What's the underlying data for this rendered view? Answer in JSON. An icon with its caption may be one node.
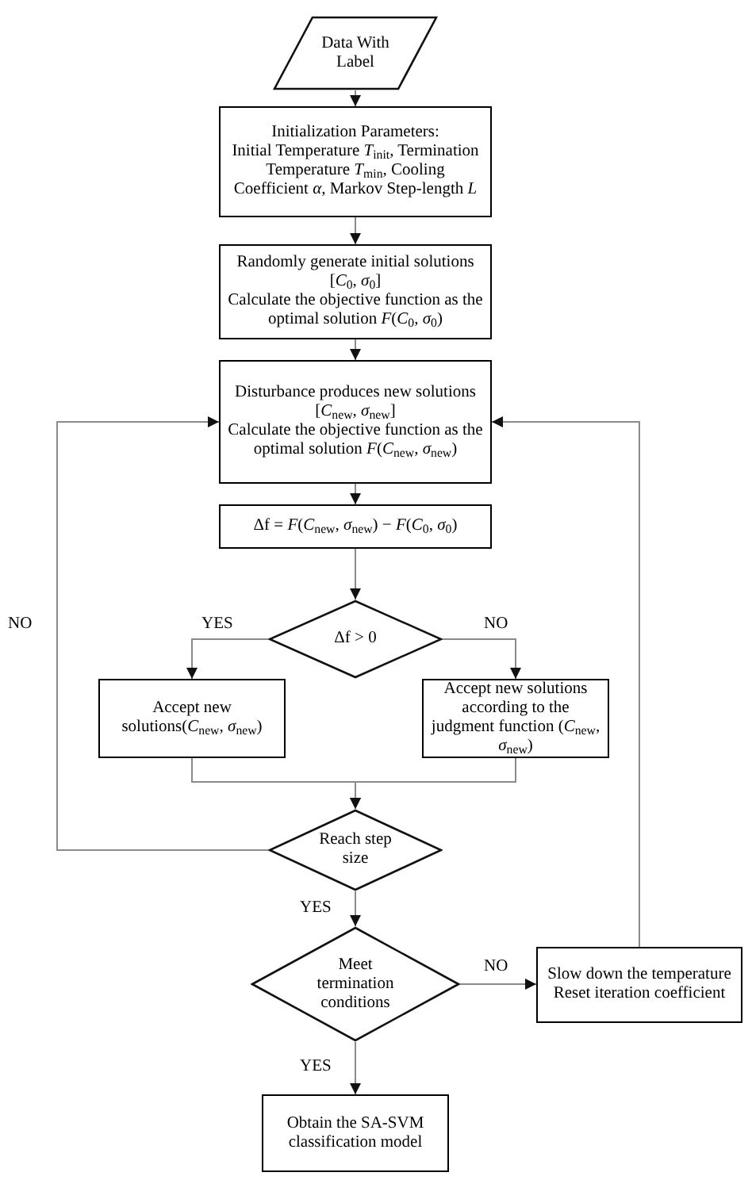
{
  "diagram": {
    "nodes": [
      {
        "text": [
          "Data With Label"
        ]
      },
      {
        "text": [
          "Initialization Parameters:",
          "Initial Temperature *T*$_{init}$, Termination Temperature *T*$_{min}$, Cooling Coefficient *α*, Markov Step-length *L*"
        ]
      },
      {
        "text": [
          "Randomly generate initial solutions [*C*$_{0}$, *σ*$_{0}$]",
          "Calculate the objective function as the optimal solution *F*(*C*$_{0}$, *σ*$_{0}$)"
        ]
      },
      {
        "text": [
          "Disturbance produces new solutions [*C*$_{new}$, *σ*$_{new}$]",
          "Calculate the objective function as the optimal solution *F*(*C*$_{new}$, *σ*$_{new}$)"
        ]
      },
      {
        "text": [
          "Δf = *F*(*C*$_{new}$, *σ*$_{new}$) − *F*(*C*$_{0}$, *σ*$_{0}$)"
        ]
      },
      {
        "text": [
          "Δf > 0"
        ]
      },
      {
        "text": [
          "Accept new solutions(*C*$_{new}$, *σ*$_{new}$)"
        ]
      },
      {
        "text": [
          "Accept new solutions according to the judgment function (*C*$_{new}$, *σ*$_{new}$)"
        ]
      },
      {
        "text": [
          "Reach step size"
        ]
      },
      {
        "text": [
          "Meet termination conditions"
        ]
      },
      {
        "text": [
          "Slow down the temperature",
          "Reset iteration coefficient"
        ]
      },
      {
        "text": [
          "Obtain the SA-SVM classification model"
        ]
      }
    ],
    "edges": [
      {
        "from": 0,
        "to": 1,
        "arrow": "to"
      },
      {
        "from": 1,
        "to": 2,
        "arrow": "to"
      },
      {
        "from": 2,
        "to": 3,
        "arrow": "to"
      },
      {
        "from": 3,
        "to": 4,
        "arrow": "to"
      },
      {
        "from": 4,
        "to": 5,
        "arrow": "to"
      },
      {
        "from": 5,
        "to": 6,
        "arrow": "to",
        "label": "YES"
      },
      {
        "from": 5,
        "to": 7,
        "arrow": "to",
        "label": "NO"
      },
      {
        "from": 6,
        "to": 8,
        "arrow": "to"
      },
      {
        "from": 7,
        "to": 8,
        "arrow": "to"
      },
      {
        "from": 8,
        "to": 3,
        "arrow": "to",
        "label": "NO"
      },
      {
        "from": 8,
        "to": 9,
        "arrow": "to",
        "label": "YES"
      },
      {
        "from": 9,
        "to": 10,
        "arrow": "to",
        "label": "NO"
      },
      {
        "from": 9,
        "to": 11,
        "arrow": "to",
        "label": "YES"
      },
      {
        "from": 10,
        "to": 3,
        "arrow": "to"
      }
    ]
  }
}
